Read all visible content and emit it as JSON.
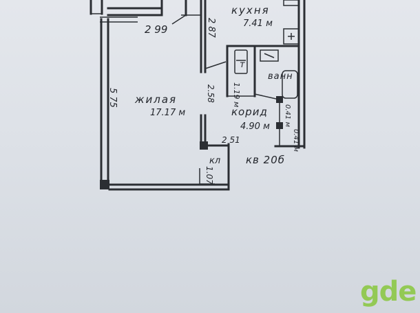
{
  "plan": {
    "dim_top_left": "2 99",
    "dim_kitchen_wall": "2 87",
    "kitchen_name": "кухня",
    "kitchen_area": "7.41 м",
    "wc_label": "т",
    "wc_area": "1.19 м",
    "bath_label": "ванн",
    "dim_left_wall": "5 75",
    "living_name": "жилая",
    "living_area": "17.17 м",
    "dim_door": "2.58",
    "corridor_name": "корид",
    "corridor_area": "4.90 м",
    "closet_1": "0.41 м",
    "closet_2": "0.41 м",
    "dim_bottom": "2 51",
    "pantry_name": "кл",
    "pantry_area": "1.07",
    "apartment_label": "кв 20б"
  },
  "watermark": "gde"
}
